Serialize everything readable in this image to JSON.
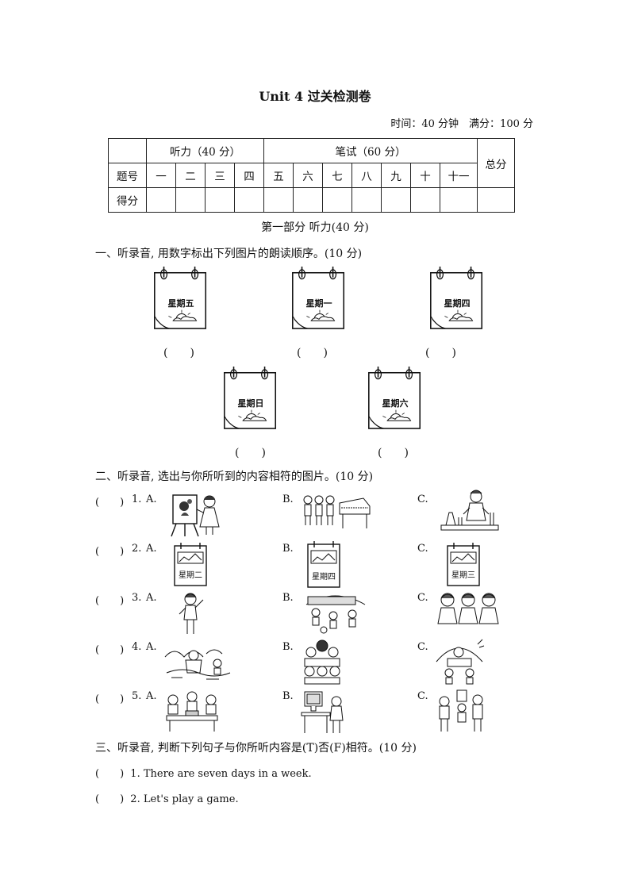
{
  "header": {
    "title": "Unit 4 过关检测卷",
    "time_info": "时间：40 分钟　满分：100 分"
  },
  "score_table": {
    "listening": "听力（40 分）",
    "writing": "笔试（60 分）",
    "total": "总分",
    "row_label_number": "题号",
    "row_label_score": "得分",
    "numbers": [
      "一",
      "二",
      "三",
      "四",
      "五",
      "六",
      "七",
      "八",
      "九",
      "十",
      "十一"
    ]
  },
  "part1": "第一部分  听力(40 分)",
  "section1": {
    "title": "一、听录音, 用数字标出下列图片的朗读顺序。(10 分)",
    "calendars": [
      "星期五",
      "星期一",
      "星期四",
      "星期日",
      "星期六"
    ],
    "paren": "(　　)"
  },
  "section2": {
    "title": "二、听录音, 选出与你所听到的内容相符的图片。(10 分)",
    "paren": "(　　)",
    "options": [
      "A.",
      "B.",
      "C."
    ],
    "items": [
      "1.",
      "2.",
      "3.",
      "4.",
      "5."
    ],
    "calendar_labels": [
      "星期二",
      "星期四",
      "星期三"
    ]
  },
  "section3": {
    "title": "三、听录音, 判断下列句子与你所听内容是(T)否(F)相符。(10 分)",
    "sentences": [
      {
        "paren": "(　　)",
        "text": "1. There  are seven  days in  a week."
      },
      {
        "paren": "(　　)",
        "text": "2. Let's play  a game."
      }
    ]
  }
}
